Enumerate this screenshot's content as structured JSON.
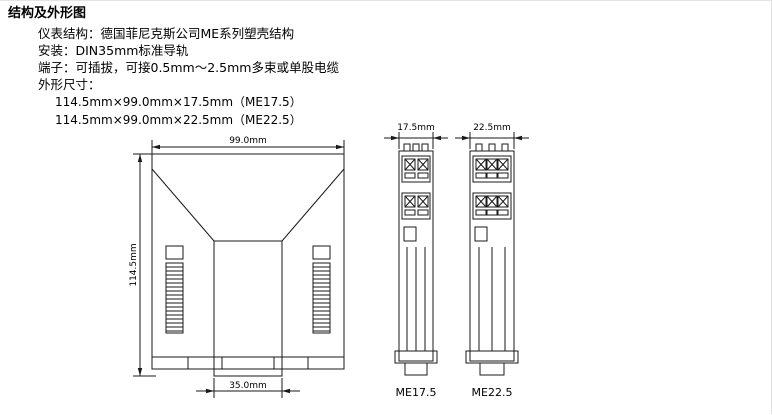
{
  "header": {
    "title": "结构及外形图",
    "specs": [
      "仪表结构：德国菲尼克斯公司ME系列塑壳结构",
      "安装：DIN35mm标准导轨",
      "端子：可插拔，可接0.5mm～2.5mm多束或单股电缆",
      "外形尺寸："
    ],
    "size_lines": [
      "114.5mm×99.0mm×17.5mm（ME17.5）",
      "114.5mm×99.0mm×22.5mm（ME22.5）"
    ]
  },
  "drawing": {
    "line_color": "#1a1a1a",
    "side_view": {
      "width_label": "99.0mm",
      "height_label": "114.5mm",
      "rail_label": "35.0mm"
    },
    "front_view_me17": {
      "width_label": "17.5mm",
      "name": "ME17.5"
    },
    "front_view_me22": {
      "width_label": "22.5mm",
      "name": "ME22.5"
    }
  }
}
